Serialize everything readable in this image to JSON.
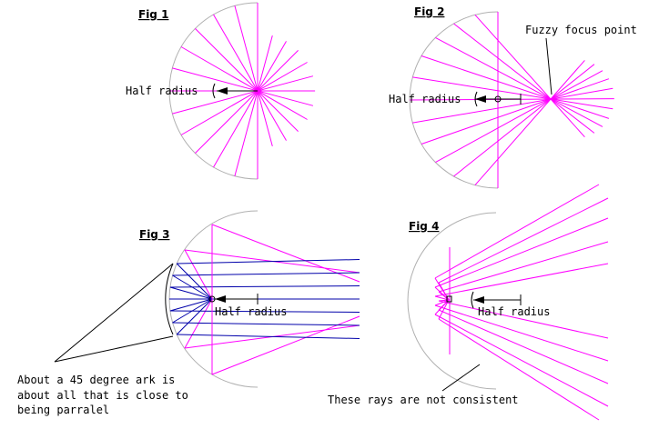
{
  "colors": {
    "ray": "#ff00ff",
    "parallel_ray": "#0000aa",
    "mirror": "#b0b0b0",
    "ink": "#000000",
    "background": "#ffffff"
  },
  "figures": [
    {
      "id": "fig1",
      "title": "Fig 1",
      "labels": {
        "half_radius": "Half radius"
      }
    },
    {
      "id": "fig2",
      "title": "Fig 2",
      "labels": {
        "half_radius": "Half radius",
        "focus": "Fuzzy focus point"
      }
    },
    {
      "id": "fig3",
      "title": "Fig 3",
      "labels": {
        "half_radius": "Half radius",
        "note_line1": "About a 45 degree ark is",
        "note_line2": "about all that is close to",
        "note_line3": "being parralel"
      }
    },
    {
      "id": "fig4",
      "title": "Fig 4",
      "labels": {
        "half_radius": "Half radius",
        "note": "These rays are not consistent"
      }
    }
  ]
}
